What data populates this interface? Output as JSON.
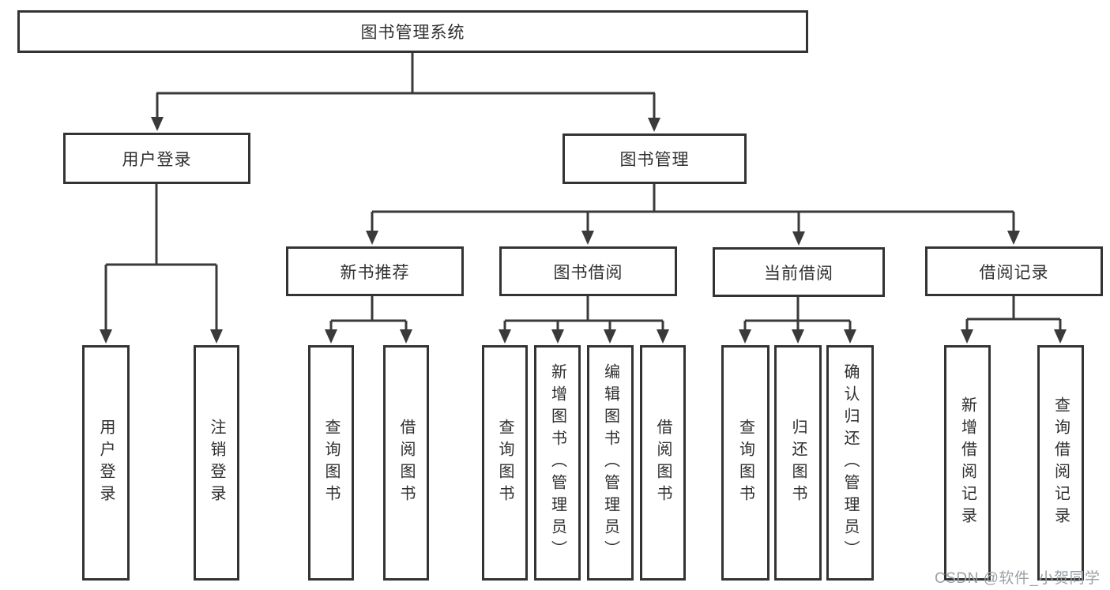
{
  "tree": {
    "root": {
      "label": "图书管理系统"
    },
    "branches": [
      {
        "label": "用户登录",
        "children": [
          {
            "label": "用户登录"
          },
          {
            "label": "注销登录"
          }
        ]
      },
      {
        "label": "图书管理",
        "children": [
          {
            "label": "新书推荐",
            "children": [
              {
                "label": "查询图书"
              },
              {
                "label": "借阅图书"
              }
            ]
          },
          {
            "label": "图书借阅",
            "children": [
              {
                "label": "查询图书"
              },
              {
                "label": "新增图书（管理员）"
              },
              {
                "label": "编辑图书（管理员）"
              },
              {
                "label": "借阅图书"
              }
            ]
          },
          {
            "label": "当前借阅",
            "children": [
              {
                "label": "查询图书"
              },
              {
                "label": "归还图书"
              },
              {
                "label": "确认归还（管理员）"
              }
            ]
          },
          {
            "label": "借阅记录",
            "children": [
              {
                "label": "新增借阅记录"
              },
              {
                "label": "查询借阅记录"
              }
            ]
          }
        ]
      }
    ]
  },
  "watermark": {
    "text": "CSDN @软件_小贺同学"
  },
  "colors": {
    "line": "#3a3a3a",
    "border": "#333333",
    "text": "#2f2f2f",
    "watermark": "#9ba1a6",
    "background": "#ffffff"
  }
}
